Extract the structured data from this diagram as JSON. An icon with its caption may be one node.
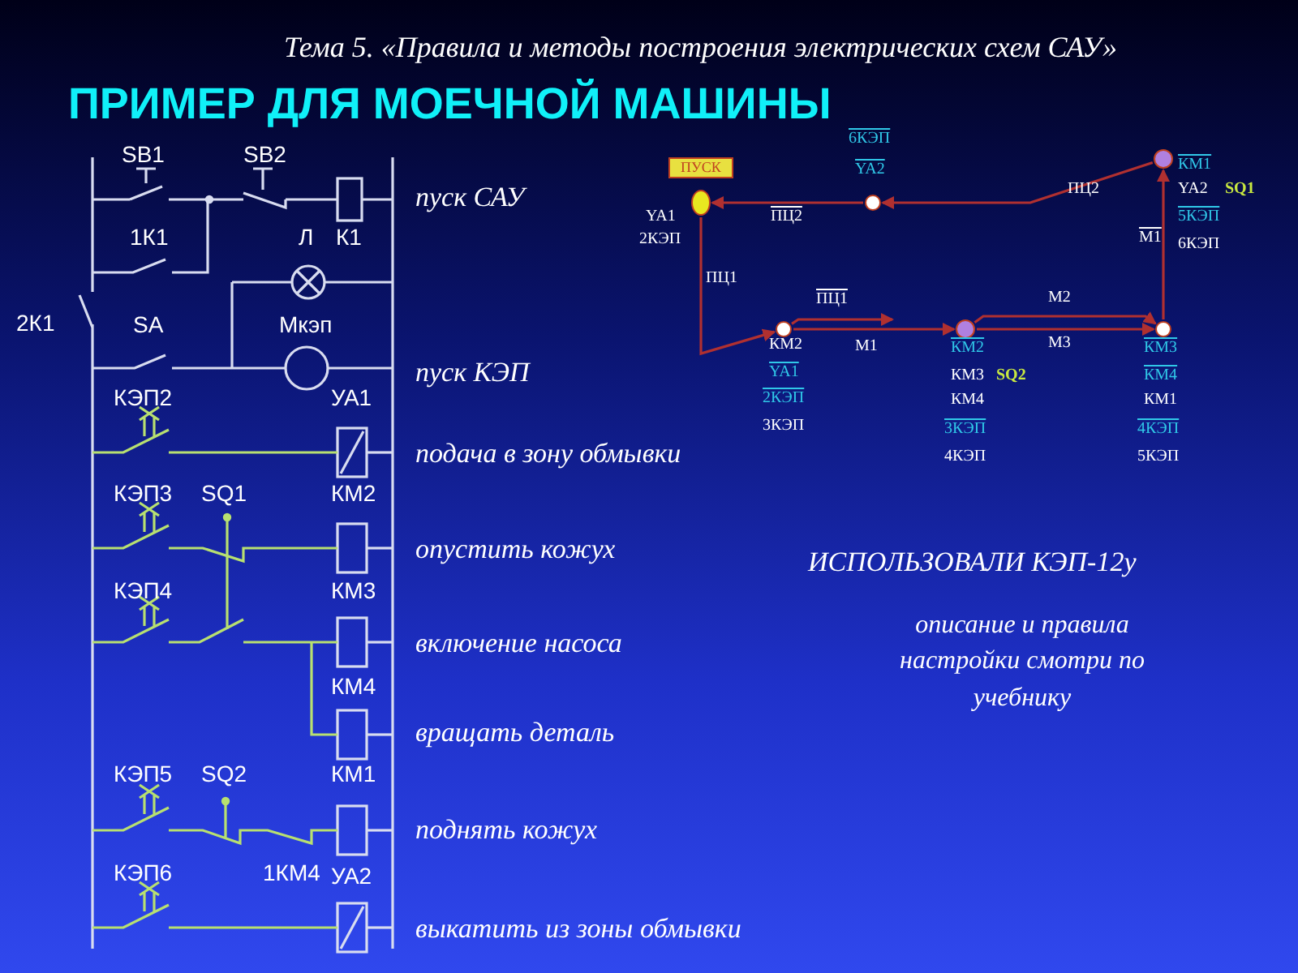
{
  "diagram": {
    "title": "ПРИМЕР ДЛЯ МОЕЧНОЙ МАШИНЫ",
    "nodes": [
      {
        "text": [
          "ПУСК"
        ]
      },
      {
        "text": [],
        "shape": "circle",
        "beside": [
          "YA1",
          "2КЭП"
        ]
      },
      {
        "text": [],
        "shape": "circle",
        "beside": [
          "6КЭП",
          "YA2"
        ]
      },
      {
        "text": [],
        "shape": "circle",
        "beside": [
          "КМ1",
          "YA2",
          "SQ1",
          "5КЭП",
          "6КЭП"
        ]
      },
      {
        "text": [],
        "shape": "circle",
        "beside": [
          "КМ2",
          "YA1",
          "2КЭП",
          "3КЭП"
        ]
      },
      {
        "text": [],
        "shape": "circle",
        "beside": [
          "КМ2",
          "КМ3",
          "SQ2",
          "КМ4",
          "3КЭП",
          "4КЭП"
        ]
      },
      {
        "text": [],
        "shape": "circle",
        "beside": [
          "КМ3",
          "КМ4",
          "КМ1",
          "4КЭП",
          "5КЭП"
        ]
      }
    ],
    "edges": [
      {
        "from": 3,
        "to": 2,
        "arrow": "to",
        "label": "ПЦ2"
      },
      {
        "from": 2,
        "to": 1,
        "arrow": "to",
        "label": "ПЦ2"
      },
      {
        "from": 1,
        "to": 4,
        "arrow": "to",
        "label": "ПЦ1"
      },
      {
        "from": 4,
        "to": null,
        "arrow": "to",
        "label": "ПЦ1"
      },
      {
        "from": 4,
        "to": 5,
        "arrow": "to",
        "label": "M1"
      },
      {
        "from": 5,
        "to": 6,
        "arrow": "to",
        "label": "M2"
      },
      {
        "from": 5,
        "to": 6,
        "arrow": "to",
        "label": "M3"
      },
      {
        "from": 6,
        "to": 3,
        "arrow": "to",
        "label": "M1"
      }
    ],
    "labels": [
      "Тема 5. «Правила и методы построения электрических схем САУ»",
      "SB1",
      "SB2",
      "1К1",
      "Л",
      "К1",
      "2К1",
      "SA",
      "Мкэп",
      "КЭП2",
      "УА1",
      "КЭП3",
      "SQ1",
      "КМ2",
      "КЭП4",
      "КМ3",
      "КМ4",
      "КЭП5",
      "SQ2",
      "КМ1",
      "КЭП6",
      "1КМ4",
      "УА2",
      "пуск САУ",
      "пуск КЭП",
      "подача в зону обмывки",
      "опустить кожух",
      "включение насоса",
      "вращать деталь",
      "поднять кожух",
      "выкатить из зоны обмывки",
      "ИСПОЛЬЗОВАЛИ КЭП-12у",
      "описание и правила настройки смотри по учебнику"
    ]
  }
}
